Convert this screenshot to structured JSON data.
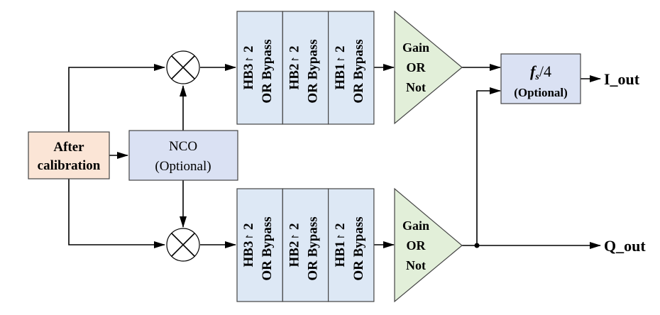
{
  "diagram": {
    "input_block": {
      "line1": "After",
      "line2": "calibration",
      "color": "#fbe5d6"
    },
    "nco_block": {
      "line1": "NCO",
      "line2": "(Optional)",
      "color": "#dae1f3"
    },
    "mixer_symbol": "multiply-circle-icon",
    "hb_color": "#dde8f5",
    "upper_chain": {
      "halfband_filters": [
        {
          "line1": "HB3⊺ 2",
          "line2": "OR Bypass",
          "name": "HB3",
          "factor": "2",
          "line2_text": "OR Bypass"
        },
        {
          "line1": "HB2⊺ 2",
          "line2": "OR Bypass",
          "name": "HB2",
          "factor": "2",
          "line2_text": "OR Bypass"
        },
        {
          "line1": "HB1⊺ 2",
          "line2": "OR Bypass",
          "name": "HB1",
          "factor": "2",
          "line2_text": "OR Bypass"
        }
      ],
      "gain": {
        "line1": "Gain",
        "line2": "OR",
        "line3": "Not"
      }
    },
    "lower_chain": {
      "halfband_filters": [
        {
          "name": "HB3",
          "factor": "2",
          "line2_text": "OR Bypass"
        },
        {
          "name": "HB2",
          "factor": "2",
          "line2_text": "OR Bypass"
        },
        {
          "name": "HB1",
          "factor": "2",
          "line2_text": "OR Bypass"
        }
      ],
      "gain": {
        "line1": "Gain",
        "line2": "OR",
        "line3": "Not"
      }
    },
    "gain_color": "#e2efd9",
    "fs4_block": {
      "symbol_f": "f",
      "symbol_sub": "s",
      "suffix": "/4",
      "line2": "(Optional)",
      "color": "#dae1f3"
    },
    "outputs": {
      "i_out": "I_out",
      "q_out": "Q_out"
    },
    "up_arrow_glyph": "↾"
  }
}
